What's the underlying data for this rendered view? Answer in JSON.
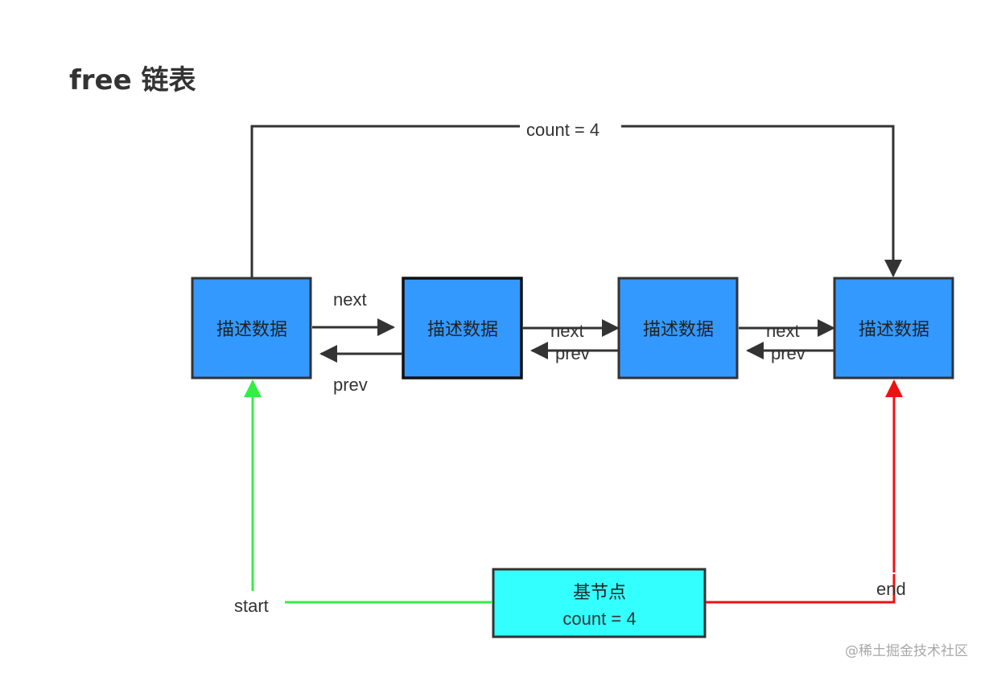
{
  "title": "free 链表",
  "nodes": [
    {
      "label": "描述数据"
    },
    {
      "label": "描述数据"
    },
    {
      "label": "描述数据"
    },
    {
      "label": "描述数据"
    }
  ],
  "base_node": {
    "line1": "基节点",
    "line2": "count = 4"
  },
  "links": {
    "next": "next",
    "prev": "prev",
    "top_count": "count = 4",
    "start": "start",
    "end": "end"
  },
  "watermark": "@稀土掘金技术社区",
  "colors": {
    "node_fill": "#3399ff",
    "node_border": "#333333",
    "base_fill": "#33ffff",
    "arrow_dark": "#333333",
    "start_arrow": "#33ee44",
    "end_arrow": "#ee1111"
  }
}
